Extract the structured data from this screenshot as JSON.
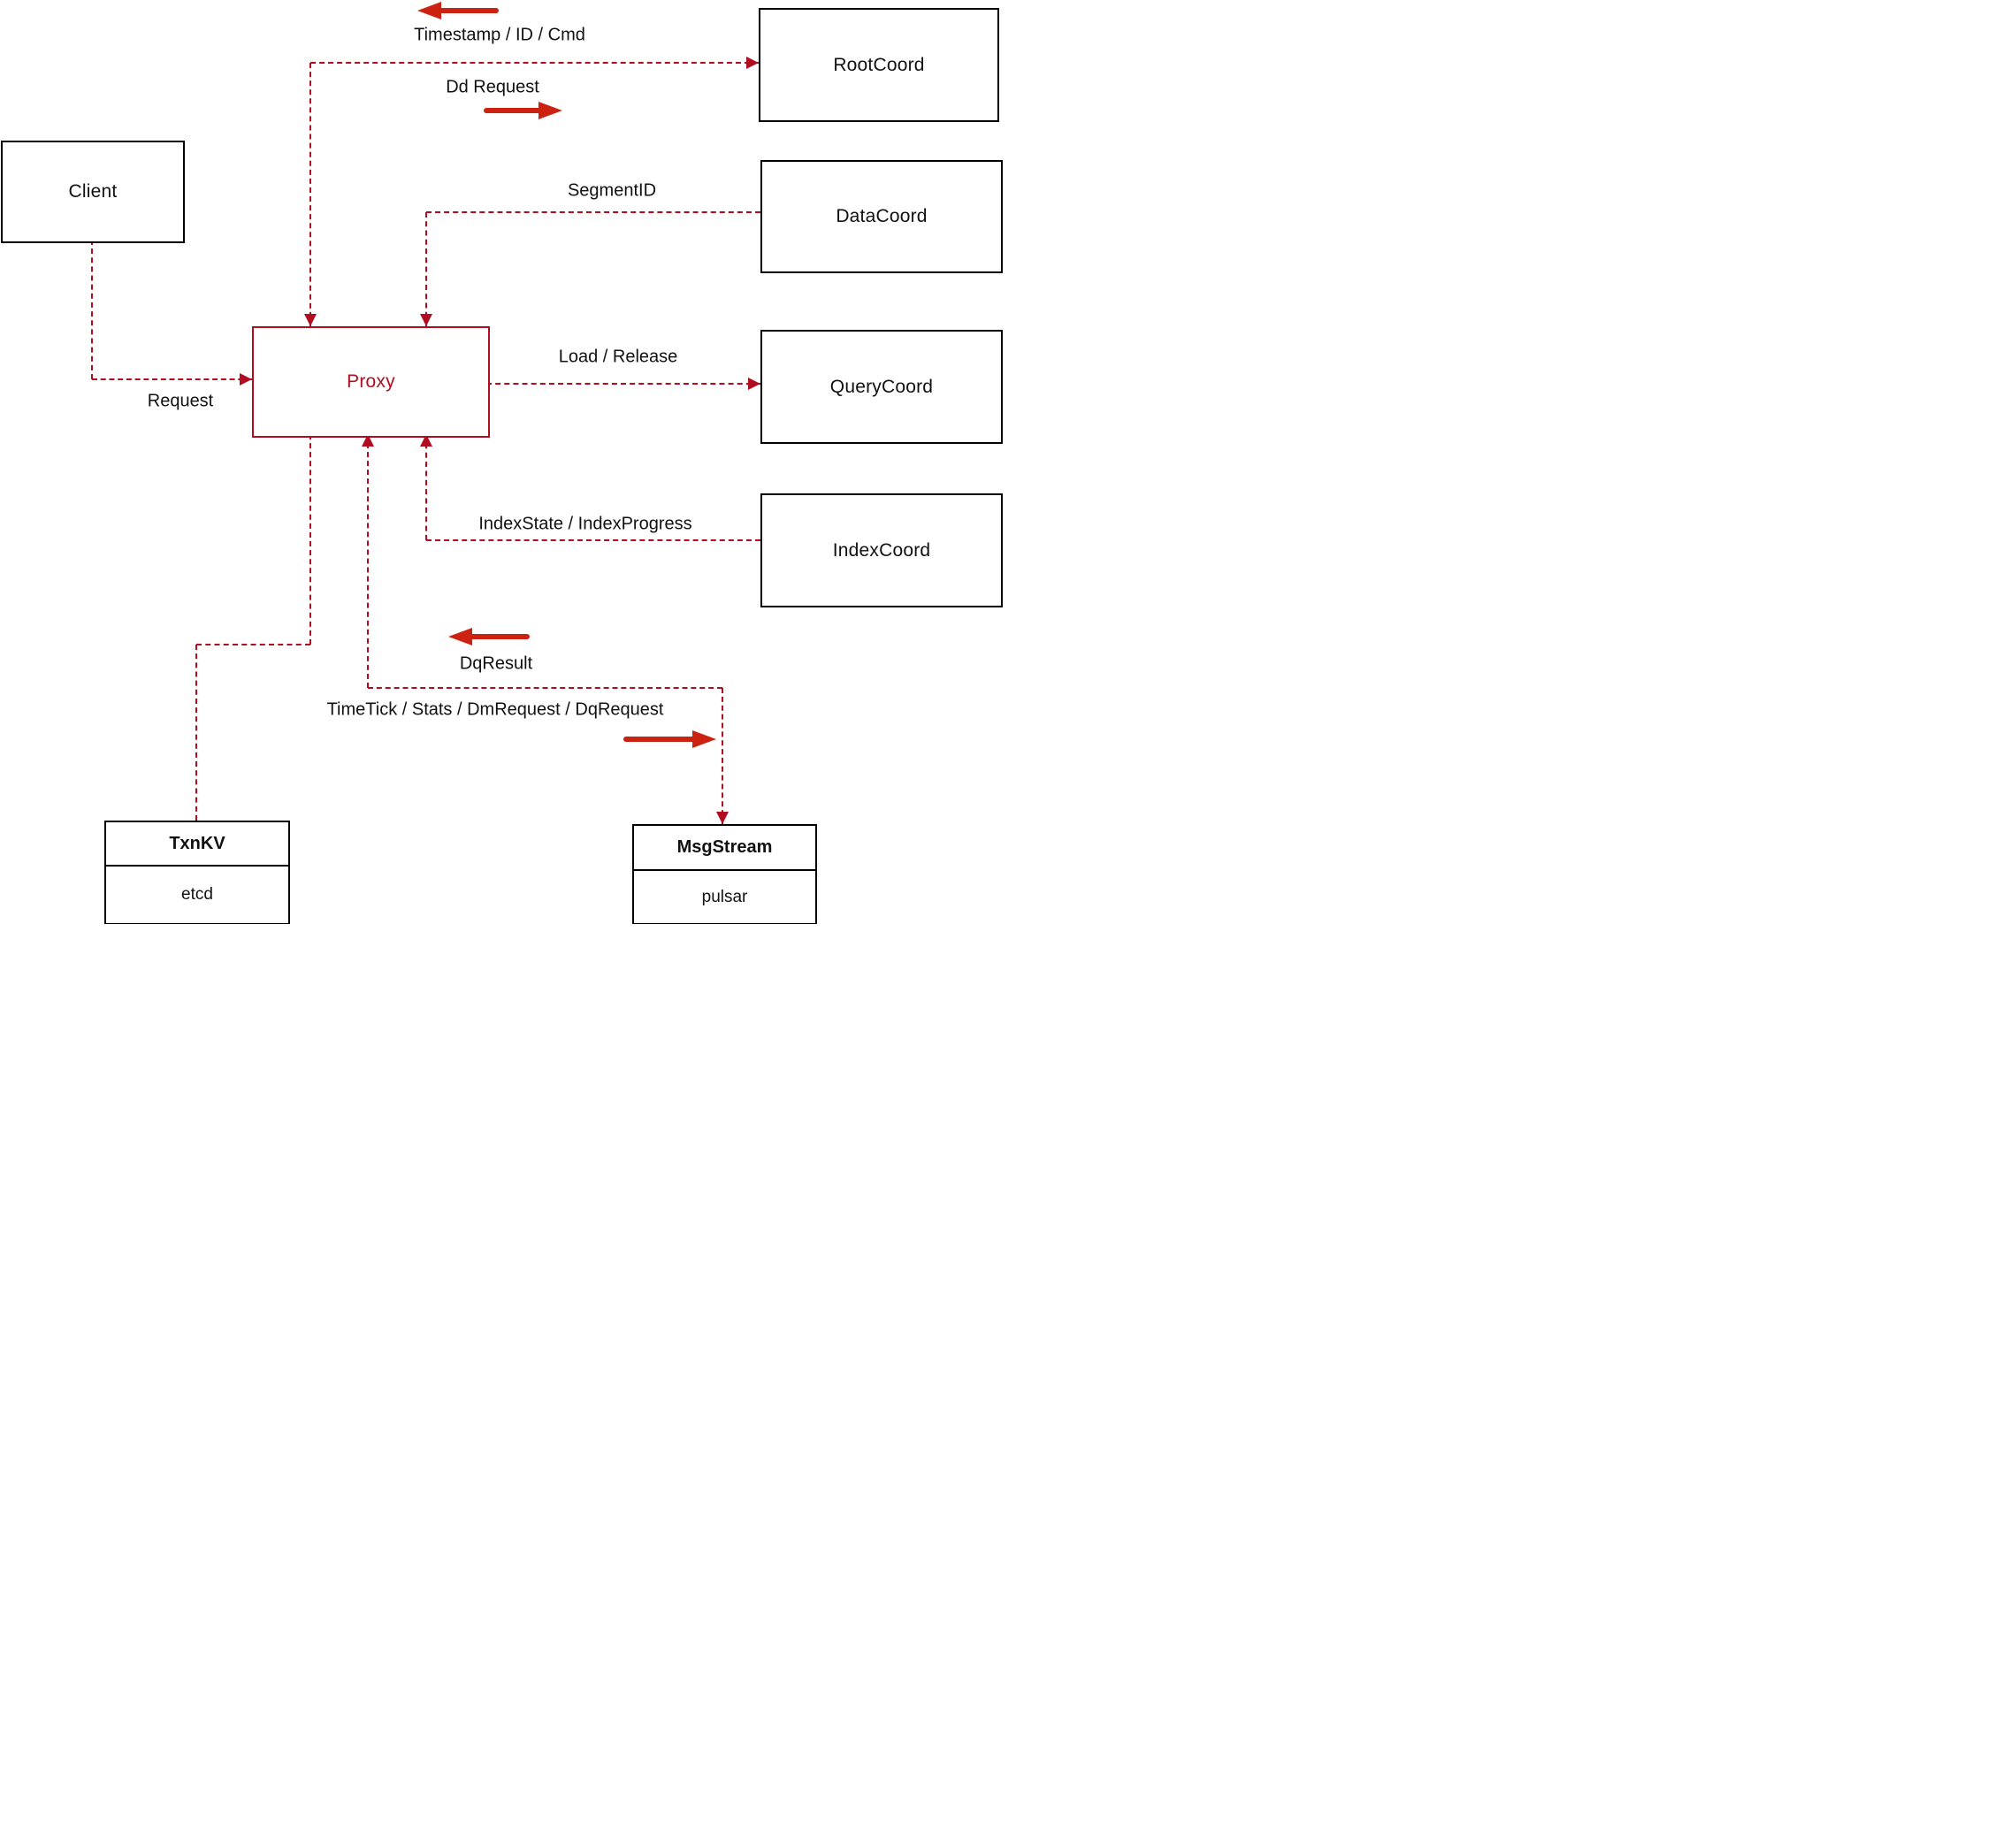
{
  "diagram": {
    "title": "Milvus proxy architecture diagram",
    "colors": {
      "line": "#b00d20",
      "arrow": "#cc2211",
      "box_border": "#000000",
      "text": "#111111"
    },
    "nodes": {
      "client": {
        "label": "Client"
      },
      "proxy": {
        "label": "Proxy"
      },
      "rootcoord": {
        "label": "RootCoord"
      },
      "datacoord": {
        "label": "DataCoord"
      },
      "querycoord": {
        "label": "QueryCoord"
      },
      "indexcoord": {
        "label": "IndexCoord"
      },
      "txnkv": {
        "title": "TxnKV",
        "impl": "etcd"
      },
      "msgstream": {
        "title": "MsgStream",
        "impl": "pulsar"
      }
    },
    "edge_labels": {
      "timestamp": "Timestamp / ID / Cmd",
      "dd_request": "Dd Request",
      "segment_id": "SegmentID",
      "load_release": "Load / Release",
      "index_state": "IndexState / IndexProgress",
      "request": "Request",
      "dq_result": "DqResult",
      "timetick": "TimeTick / Stats / DmRequest / DqRequest"
    }
  }
}
